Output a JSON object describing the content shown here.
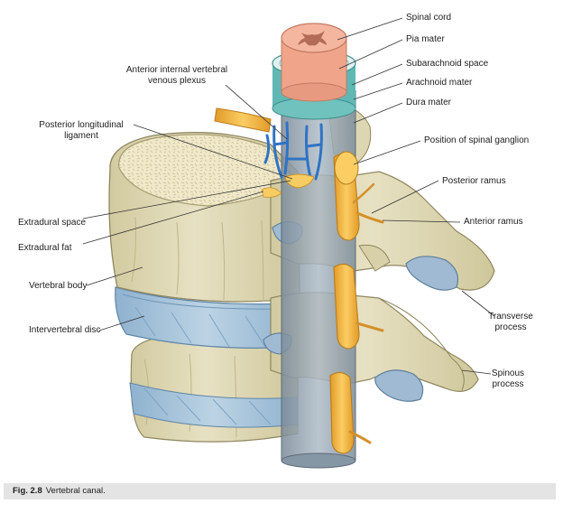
{
  "figure": {
    "caption_label": "Fig. 2.8",
    "caption_text": "Vertebral canal."
  },
  "labels": {
    "spinal_cord": "Spinal cord",
    "pia_mater": "Pia mater",
    "subarachnoid_space": "Subarachnoid space",
    "arachnoid_mater": "Arachnoid mater",
    "dura_mater": "Dura mater",
    "spinal_ganglion": "Position of spinal ganglion",
    "posterior_ramus": "Posterior ramus",
    "anterior_ramus": "Anterior ramus",
    "transverse_process": [
      "Transverse",
      "process"
    ],
    "spinous_process": [
      "Spinous",
      "process"
    ],
    "anterior_venous_plexus": [
      "Anterior internal vertebral",
      "venous plexus"
    ],
    "posterior_longitudinal_ligament": [
      "Posterior longitudinal",
      "ligament"
    ],
    "extradural_space": "Extradural space",
    "extradural_fat": "Extradural fat",
    "vertebral_body": "Vertebral body",
    "intervertebral_disc": "Intervertebral disc"
  },
  "colors": {
    "bone": "#e2dcbc",
    "bone_shadow": "#c9c197",
    "bone_outline": "#8f8760",
    "cancellous": "#efe9cc",
    "disc": "#a9c6dc",
    "disc_dark": "#7ea3c3",
    "dura": "#8a9aa8",
    "dura_light": "#aebbc6",
    "arachnoid": "#6fc2be",
    "cord": "#f2a98e",
    "grey_matter": "#b26c58",
    "veins": "#2f73c4",
    "nerve": "#f4b43c",
    "nerve_dark": "#d4902a",
    "leader_line": "#333333"
  }
}
